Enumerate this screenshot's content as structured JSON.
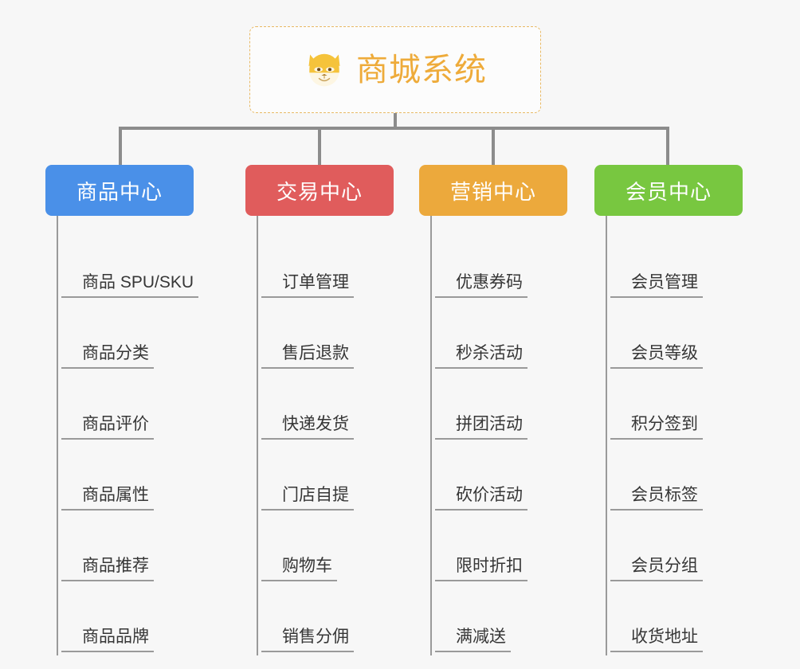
{
  "diagram": {
    "type": "org-chart",
    "root": {
      "title": "商城系统",
      "icon": "shiba-dog-icon",
      "color": "#eeab3a",
      "border_color": "#e8b964"
    },
    "branches": [
      {
        "label": "商品中心",
        "color": "#4a90e8",
        "items": [
          "商品 SPU/SKU",
          "商品分类",
          "商品评价",
          "商品属性",
          "商品推荐",
          "商品品牌"
        ]
      },
      {
        "label": "交易中心",
        "color": "#e05c5c",
        "items": [
          "订单管理",
          "售后退款",
          "快递发货",
          "门店自提",
          "购物车",
          "销售分佣"
        ]
      },
      {
        "label": "营销中心",
        "color": "#eca93c",
        "items": [
          "优惠券码",
          "秒杀活动",
          "拼团活动",
          "砍价活动",
          "限时折扣",
          "满减送"
        ]
      },
      {
        "label": "会员中心",
        "color": "#78c740",
        "items": [
          "会员管理",
          "会员等级",
          "积分签到",
          "会员标签",
          "会员分组",
          "收货地址"
        ]
      }
    ],
    "connector_color": "#8c8c8c",
    "background_color": "#f7f7f7"
  }
}
